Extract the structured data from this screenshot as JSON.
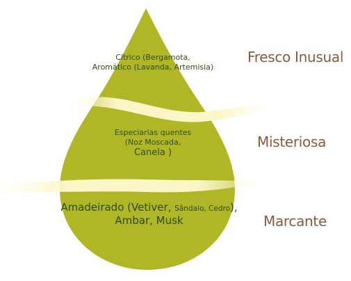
{
  "drop": {
    "colors": {
      "body": "#b0b726",
      "body_dark": "#a4ab1d",
      "band": "#fbf6c8",
      "label": "#8a5a3c",
      "text": "#2f4f12"
    }
  },
  "layers": [
    {
      "ingredients_line1": "Cítrico (Bergamota,",
      "ingredients_line2": "Aromático (Lavanda, Artemisia)",
      "character": "Fresco Inusual"
    },
    {
      "ingredients_line1": "Especiarias quentes",
      "ingredients_line2": "(Noz Moscada,",
      "ingredients_line3": "Canela )",
      "character": "Misteriosa"
    },
    {
      "ingredients_part1": "Amadeirado (Vetiver, ",
      "ingredients_small": "Sândalo, Cedro",
      "ingredients_part2": "),",
      "ingredients_line2": "Ambar, Musk",
      "character": "Marcante"
    }
  ]
}
